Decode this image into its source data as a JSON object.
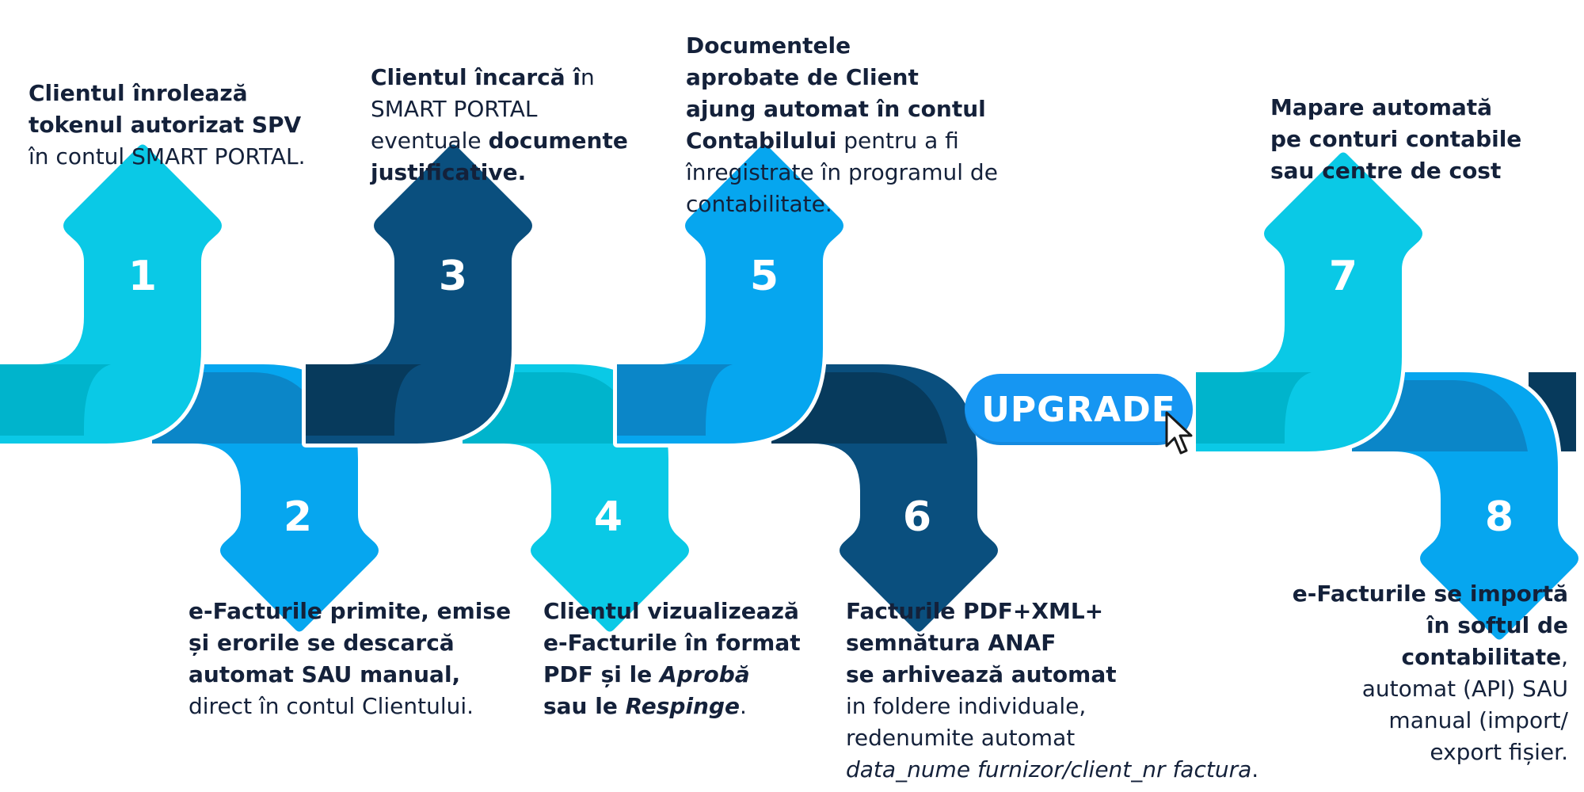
{
  "colors": {
    "cyan": "#0ac9e6",
    "teal": "#00b4cc",
    "sky": "#06a6ef",
    "mid_blue": "#0b86c8",
    "navy": "#0a4f7e",
    "dark_navy": "#073a5c",
    "upgrade_blue": "#1696f2"
  },
  "upgrade": {
    "label": "UPGRADE"
  },
  "steps": [
    {
      "number": "1",
      "lines": [
        [
          {
            "t": "Clientul înrolează",
            "b": true
          }
        ],
        [
          {
            "t": "tokenul autorizat SPV",
            "b": true
          }
        ],
        [
          {
            "t": "în contul SMART PORTAL."
          }
        ]
      ]
    },
    {
      "number": "2",
      "lines": [
        [
          {
            "t": "e-Facturile primite, emise",
            "b": true
          }
        ],
        [
          {
            "t": "și erorile se descarcă",
            "b": true
          }
        ],
        [
          {
            "t": "automat SAU manual,",
            "b": true
          }
        ],
        [
          {
            "t": "direct în contul Clientului."
          }
        ]
      ]
    },
    {
      "number": "3",
      "lines": [
        [
          {
            "t": "Clientul încarcă î",
            "b": true
          },
          {
            "t": "n"
          }
        ],
        [
          {
            "t": "SMART PORTAL"
          }
        ],
        [
          {
            "t": "eventuale "
          },
          {
            "t": "documente",
            "b": true
          }
        ],
        [
          {
            "t": "justificative.",
            "b": true
          }
        ]
      ]
    },
    {
      "number": "4",
      "lines": [
        [
          {
            "t": "Clientul vizualizează",
            "b": true
          }
        ],
        [
          {
            "t": "e-Facturile în format",
            "b": true
          }
        ],
        [
          {
            "t": "PDF și le ",
            "b": true
          },
          {
            "t": "Aprobă",
            "b": true,
            "i": true
          }
        ],
        [
          {
            "t": "sau le ",
            "b": true
          },
          {
            "t": "Respinge",
            "b": true,
            "i": true
          },
          {
            "t": "."
          }
        ]
      ]
    },
    {
      "number": "5",
      "lines": [
        [
          {
            "t": "Documentele",
            "b": true
          }
        ],
        [
          {
            "t": "aprobate de Client",
            "b": true
          }
        ],
        [
          {
            "t": "ajung automat în contul",
            "b": true
          }
        ],
        [
          {
            "t": "Contabilului",
            "b": true
          },
          {
            "t": " pentru a fi"
          }
        ],
        [
          {
            "t": "înregistrate în programul de"
          }
        ],
        [
          {
            "t": "contabilitate."
          }
        ]
      ]
    },
    {
      "number": "6",
      "lines": [
        [
          {
            "t": "Facturile PDF+XML+",
            "b": true
          }
        ],
        [
          {
            "t": "semnătura ANAF",
            "b": true
          }
        ],
        [
          {
            "t": "se arhivează  automat",
            "b": true
          }
        ],
        [
          {
            "t": "in foldere individuale,"
          }
        ],
        [
          {
            "t": "redenumite automat"
          }
        ],
        [
          {
            "t": "data_nume furnizor/client_nr factura",
            "i": true
          },
          {
            "t": "."
          }
        ]
      ]
    },
    {
      "number": "7",
      "lines": [
        [
          {
            "t": "Mapare automată",
            "b": true
          }
        ],
        [
          {
            "t": "pe conturi contabile",
            "b": true
          }
        ],
        [
          {
            "t": "sau centre de cost",
            "b": true
          }
        ]
      ]
    },
    {
      "number": "8",
      "lines": [
        [
          {
            "t": "e-Facturile se importă",
            "b": true
          }
        ],
        [
          {
            "t": "în softul de",
            "b": true
          }
        ],
        [
          {
            "t": "contabilitate",
            "b": true
          },
          {
            "t": ","
          }
        ],
        [
          {
            "t": "automat (API) SAU"
          }
        ],
        [
          {
            "t": "manual (import/"
          }
        ],
        [
          {
            "t": "export fișier."
          }
        ]
      ]
    }
  ]
}
